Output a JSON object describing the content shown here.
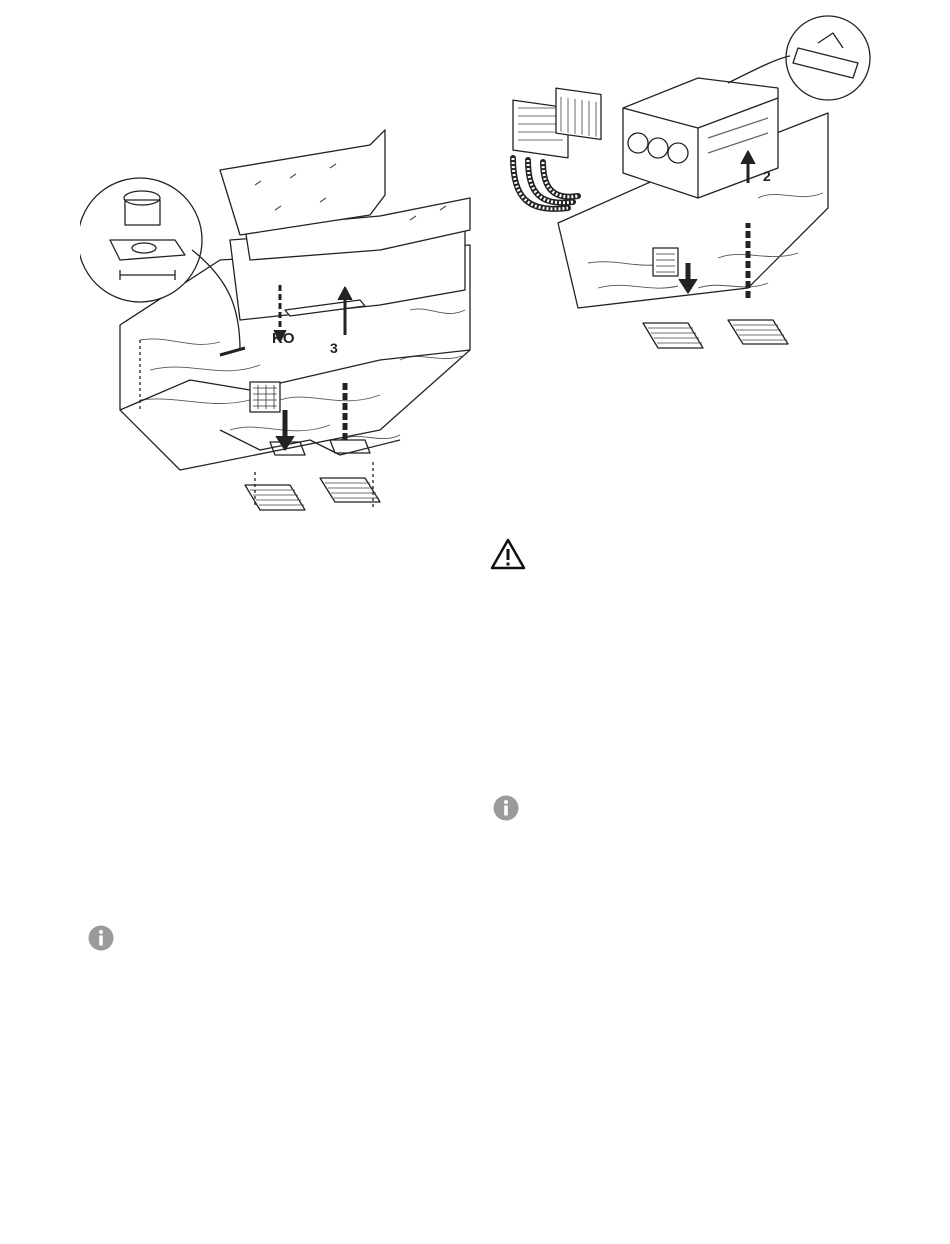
{
  "figure_left": {
    "labels": {
      "ko": "KO",
      "step": "3"
    }
  },
  "figure_right": {
    "labels": {
      "step": "2"
    }
  },
  "icons": {
    "warning": "warning-triangle-icon",
    "info_right": "info-circle-icon",
    "info_left": "info-circle-icon"
  }
}
